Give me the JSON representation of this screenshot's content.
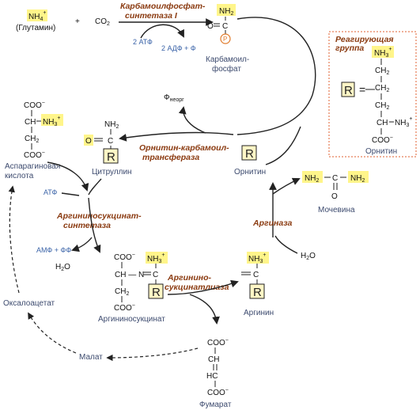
{
  "top": {
    "nh4": "NH",
    "nh4_sub": "4",
    "nh4_sup": "+",
    "glutamine": "(Глутамин)",
    "plus": "+",
    "co2": "CO",
    "co2_sub": "2",
    "enzyme1_line1": "Карбамоилфосфат-",
    "enzyme1_line2": "синтетаза I",
    "atp2": "2 АТФ",
    "adp2": "2 АДФ + Ф",
    "cp_nh2": "NH",
    "cp_nh2_sub": "2",
    "cp_c": "C",
    "cp_o": "O",
    "cp_p": "P",
    "cp_name_line1": "Карбамоил-",
    "cp_name_line2": "фосфат"
  },
  "phosphate_out": {
    "label": "Ф",
    "sub": "неорг"
  },
  "legend": {
    "title_line1": "Реагирующая",
    "title_line2": "группа",
    "r": "R",
    "eq": "=",
    "nh3": "NH",
    "nh3_sub": "3",
    "nh3_sup": "+",
    "ch2_a": "CH",
    "ch2_b": "CH",
    "ch2_c": "CH",
    "ch2_sub": "2",
    "ch": "CH",
    "nh3b": "NH",
    "nh3b_sub": "3",
    "nh3b_sup": "+",
    "coo": "COO",
    "coo_sup": "−",
    "name": "Орнитин"
  },
  "aspartate": {
    "coo_top": "COO",
    "coo_top_sup": "−",
    "ch": "CH",
    "nh3": "NH",
    "nh3_sub": "3",
    "nh3_sup": "+",
    "ch2": "CH",
    "ch2_sub": "2",
    "coo_bot": "COO",
    "coo_bot_sup": "−",
    "name_line1": "Аспарагиновая",
    "name_line2": "кислота"
  },
  "citrulline": {
    "nh2": "NH",
    "nh2_sub": "2",
    "o": "O",
    "c": "C",
    "r": "R",
    "name": "Цитруллин"
  },
  "otc": {
    "line1": "Орнитин-карбамоил-",
    "line2": "трансфераза"
  },
  "ornithine": {
    "r": "R",
    "name": "Орнитин"
  },
  "urea": {
    "nh2_left": "NH",
    "nh2_left_sub": "2",
    "c": "C",
    "nh2_right": "NH",
    "nh2_right_sub": "2",
    "o": "O",
    "name": "Мочевина"
  },
  "ass": {
    "atp": "АТФ",
    "line1": "Аргининосукцинат-",
    "line2": "синтетаза",
    "amp": "АМФ + ФФ",
    "h2o": "H",
    "h2o_sub": "2",
    "h2o_tail": "O"
  },
  "arginase": {
    "label": "Аргиназа",
    "h2o": "H",
    "h2o_sub": "2",
    "h2o_tail": "O"
  },
  "argsucc": {
    "coo_top": "COO",
    "coo_top_sup": "−",
    "ch_n": "CH — N",
    "c": "C",
    "nh3": "NH",
    "nh3_sub": "3",
    "nh3_sup": "+",
    "ch2": "CH",
    "ch2_sub": "2",
    "coo_bot": "COO",
    "coo_bot_sup": "−",
    "r": "R",
    "name": "Аргининосукцинат"
  },
  "asl": {
    "line1": "Аргинино-",
    "line2": "сукцинатлиаза"
  },
  "arginine": {
    "nh3": "NH",
    "nh3_sub": "3",
    "nh3_sup": "+",
    "c": "C",
    "r": "R",
    "name": "Аргинин"
  },
  "oxaloacetate": {
    "name": "Оксалоацетат"
  },
  "malate": {
    "name": "Малат"
  },
  "fumarate": {
    "coo_top": "COO",
    "coo_top_sup": "−",
    "ch_top": "CH",
    "hc": "HC",
    "coo_bot": "COO",
    "coo_bot_sup": "−",
    "name": "Фумарат"
  },
  "colors": {
    "enzyme": "#8a3a10",
    "caption": "#3c4a6e",
    "blue": "#3a63a8",
    "highlight": "#fff58a",
    "legend_border": "#e06030",
    "phosphate_circle": "#e07a2a"
  }
}
